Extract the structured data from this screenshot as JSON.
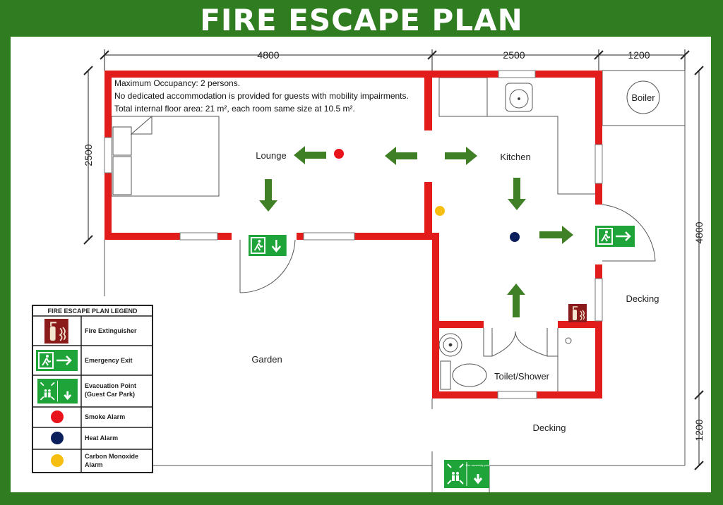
{
  "title": "FIRE ESCAPE PLAN",
  "dimensions": {
    "top_left": "4800",
    "top_mid": "2500",
    "top_right": "1200",
    "left": "2500",
    "right_upper": "4800",
    "right_lower": "1200"
  },
  "info": [
    "Maximum Occupancy: 2 persons.",
    "No dedicated accommodation is provided for guests with mobility impairments.",
    "Total internal floor area: 21 m², each room same size at 10.5 m²."
  ],
  "rooms": {
    "lounge": "Lounge",
    "kitchen": "Kitchen",
    "boiler": "Boiler",
    "garden": "Garden",
    "decking_right": "Decking",
    "decking_bottom": "Decking",
    "toilet": "Toilet/Shower"
  },
  "legend": {
    "title": "FIRE ESCAPE PLAN LEGEND",
    "items": [
      {
        "label": "Fire Extinguisher"
      },
      {
        "label": "Emergency Exit"
      },
      {
        "label": "Evacuation Point",
        "label2": "(Guest Car Park)"
      },
      {
        "label": "Smoke Alarm"
      },
      {
        "label": "Heat Alarm"
      },
      {
        "label": "Carbon Monoxide",
        "label2": "Alarm"
      }
    ]
  },
  "sign_text": "Fire assembly point",
  "colors": {
    "wall": "#e21b1b",
    "arrow": "#3f7f25",
    "exit_sign": "#1fa43a",
    "smoke": "#e8141b",
    "heat": "#0a1f5c",
    "co": "#f7be12",
    "extinguisher": "#8b1a1a"
  }
}
